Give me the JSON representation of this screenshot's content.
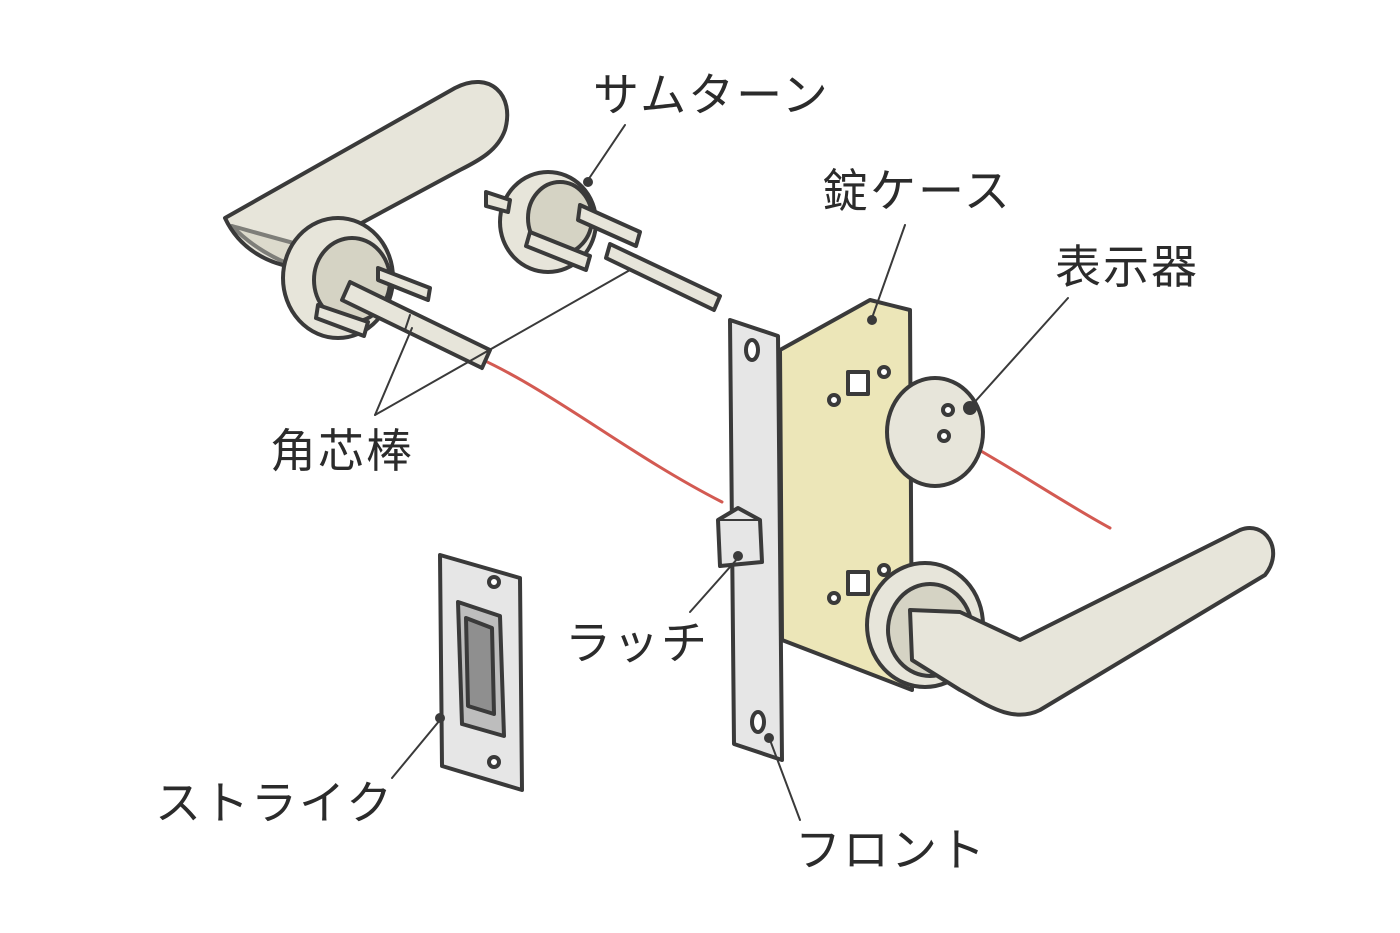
{
  "labels": {
    "thumbturn": "サムターン",
    "lock_case": "錠ケース",
    "indicator": "表示器",
    "spindle": "角芯棒",
    "latch": "ラッチ",
    "strike": "ストライク",
    "front": "フロント"
  },
  "colors": {
    "ink": "#3a3a3a",
    "handle_fill": "#e7e5da",
    "handle_shade": "#d5d3c4",
    "case_fill": "#ece6b8",
    "front_fill": "#e6e6e6",
    "strike_fill": "#d9d9d9",
    "axis_line": "#d35a52",
    "label_text": "#2b2b2b"
  }
}
